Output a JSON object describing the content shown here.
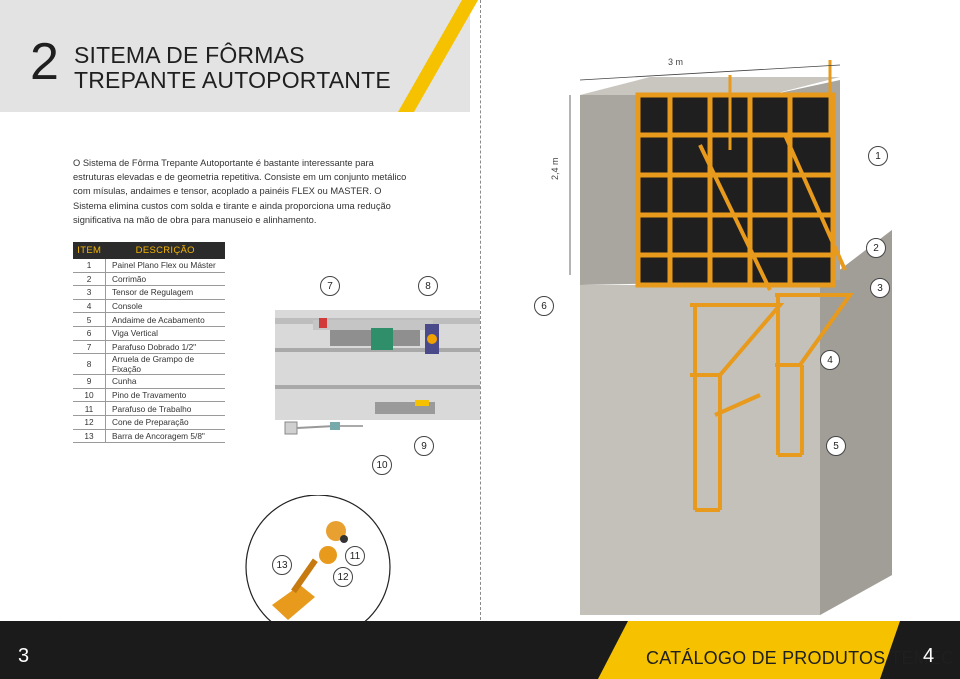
{
  "header": {
    "chapter_number": "2",
    "title_line1": "SITEMA DE FÔRMAS",
    "title_line2": "TREPANTE AUTOPORTANTE"
  },
  "intro": {
    "text": "O Sistema de Fôrma Trepante Autoportante é bastante interessante para estruturas elevadas e de geometria repetitiva. Consiste em um conjunto metálico com mísulas, andaimes e tensor, acoplado a painéis FLEX ou MASTER. O Sistema elimina custos com solda e tirante e ainda proporciona uma redução significativa na mão de obra para manuseio e alinhamento."
  },
  "table": {
    "headers": [
      "ITEM",
      "DESCRIÇÃO"
    ],
    "rows": [
      {
        "item": "1",
        "desc": "Painel Plano Flex ou Máster"
      },
      {
        "item": "2",
        "desc": "Corrimão"
      },
      {
        "item": "3",
        "desc": "Tensor de Regulagem"
      },
      {
        "item": "4",
        "desc": "Console"
      },
      {
        "item": "5",
        "desc": "Andaime de Acabamento"
      },
      {
        "item": "6",
        "desc": "Viga Vertical"
      },
      {
        "item": "7",
        "desc": "Parafuso Dobrado 1/2\""
      },
      {
        "item": "8",
        "desc": "Arruela de Grampo de Fixação"
      },
      {
        "item": "9",
        "desc": "Cunha"
      },
      {
        "item": "10",
        "desc": "Pino de Travamento"
      },
      {
        "item": "11",
        "desc": "Parafuso de Trabalho"
      },
      {
        "item": "12",
        "desc": "Cone de Preparação"
      },
      {
        "item": "13",
        "desc": "Barra de Ancoragem 5/8\""
      }
    ]
  },
  "dimensions": {
    "width_label": "3 m",
    "height_label": "2,4 m"
  },
  "callouts": [
    "1",
    "2",
    "3",
    "4",
    "5",
    "6",
    "7",
    "8",
    "9",
    "10",
    "11",
    "12",
    "13"
  ],
  "footer": {
    "page_left": "3",
    "page_right": "4",
    "catalog_title": "CATÁLOGO DE PRODUTOS TEMEC"
  },
  "colors": {
    "accent_yellow": "#f6c200",
    "dark": "#1f1f1f",
    "formwork_orange": "#e89a1c",
    "concrete": "#b9b6b0"
  }
}
